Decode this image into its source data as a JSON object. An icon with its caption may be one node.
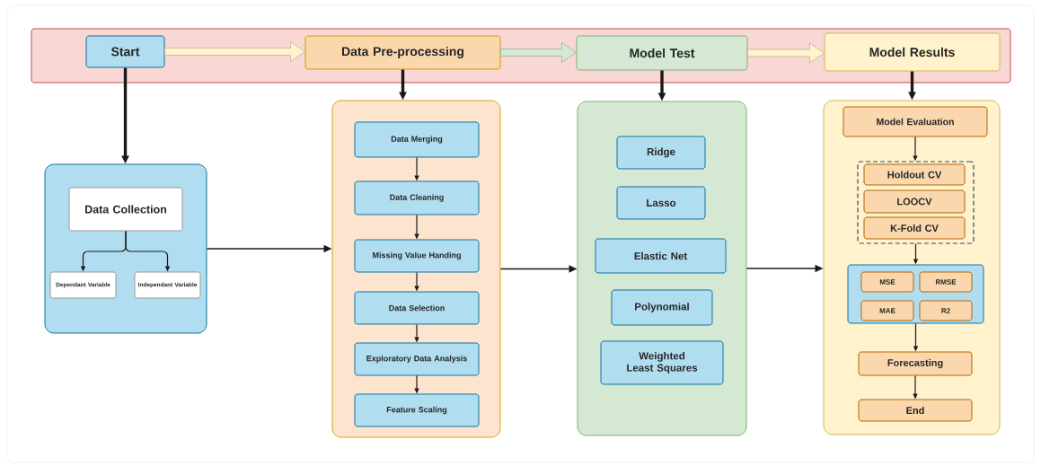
{
  "diagram": {
    "nodes": [
      {
        "text": [],
        "shape": "box"
      },
      {
        "text": [
          "Start"
        ],
        "in": 0
      },
      {
        "text": [
          "Data Pre-processing"
        ],
        "in": 0
      },
      {
        "text": [
          "Model Test"
        ],
        "in": 0
      },
      {
        "text": [
          "Model Results"
        ],
        "in": 0
      },
      {
        "text": [],
        "shape": "box"
      },
      {
        "text": [
          "Data Collection"
        ],
        "in": 5
      },
      {
        "text": [
          "Dependant Variable"
        ],
        "in": 5
      },
      {
        "text": [
          "Independant Variable"
        ],
        "in": 5
      },
      {
        "text": [],
        "shape": "box"
      },
      {
        "text": [
          "Data Merging"
        ],
        "in": 9
      },
      {
        "text": [
          "Data Cleaning"
        ],
        "in": 9
      },
      {
        "text": [
          "Missing Value Handing"
        ],
        "in": 9
      },
      {
        "text": [
          "Data Selection"
        ],
        "in": 9
      },
      {
        "text": [
          "Exploratory Data Analysis"
        ],
        "in": 9
      },
      {
        "text": [
          "Feature Scaling"
        ],
        "in": 9
      },
      {
        "text": [],
        "shape": "box"
      },
      {
        "text": [
          "Ridge"
        ],
        "in": 16
      },
      {
        "text": [
          "Lasso"
        ],
        "in": 16
      },
      {
        "text": [
          "Elastic Net"
        ],
        "in": 16
      },
      {
        "text": [
          "Polynomial"
        ],
        "in": 16
      },
      {
        "text": [
          "Weighted Least Squares"
        ],
        "in": 16
      },
      {
        "text": [],
        "shape": "box"
      },
      {
        "text": [
          "Model Evaluation"
        ],
        "in": 22
      },
      {
        "text": [],
        "shape": "box",
        "in": 22
      },
      {
        "text": [
          "Holdout CV"
        ],
        "in": 24
      },
      {
        "text": [
          "LOOCV"
        ],
        "in": 24
      },
      {
        "text": [
          "K-Fold CV"
        ],
        "in": 24
      },
      {
        "text": [],
        "shape": "box",
        "in": 22
      },
      {
        "text": [
          "MSE"
        ],
        "in": 28
      },
      {
        "text": [
          "RMSE"
        ],
        "in": 28
      },
      {
        "text": [
          "MAE"
        ],
        "in": 28
      },
      {
        "text": [
          "R2"
        ],
        "in": 28
      },
      {
        "text": [
          "Forecasting"
        ],
        "in": 22
      },
      {
        "text": [
          "End"
        ],
        "in": 22
      }
    ],
    "edges": [
      {
        "from": 1,
        "to": 2,
        "arrow": "to",
        "color": "#fff2cc"
      },
      {
        "from": 2,
        "to": 3,
        "arrow": "to",
        "color": "#d5e8d4"
      },
      {
        "from": 3,
        "to": 4,
        "arrow": "to",
        "color": "#fff2cc"
      },
      {
        "from": 1,
        "to": 5,
        "arrow": "to",
        "style": "thick"
      },
      {
        "from": 2,
        "to": 9,
        "arrow": "to",
        "style": "thick"
      },
      {
        "from": 3,
        "to": 16,
        "arrow": "to",
        "style": "thick"
      },
      {
        "from": 4,
        "to": 22,
        "arrow": "to",
        "style": "thick"
      },
      {
        "from": 6,
        "to": 7,
        "arrow": "to"
      },
      {
        "from": 6,
        "to": 8,
        "arrow": "to"
      },
      {
        "from": 5,
        "to": 9,
        "arrow": "to"
      },
      {
        "from": 9,
        "to": 16,
        "arrow": "to"
      },
      {
        "from": 16,
        "to": 22,
        "arrow": "to"
      },
      {
        "from": 10,
        "to": 11,
        "arrow": "to"
      },
      {
        "from": 11,
        "to": 12,
        "arrow": "to"
      },
      {
        "from": 12,
        "to": 13,
        "arrow": "to"
      },
      {
        "from": 13,
        "to": 14,
        "arrow": "to"
      },
      {
        "from": 14,
        "to": 15,
        "arrow": "to"
      },
      {
        "from": 23,
        "to": 24,
        "arrow": "to"
      },
      {
        "from": 24,
        "to": 28,
        "arrow": "to"
      },
      {
        "from": 28,
        "to": 33,
        "arrow": "to"
      },
      {
        "from": 33,
        "to": 34,
        "arrow": "to"
      }
    ]
  }
}
